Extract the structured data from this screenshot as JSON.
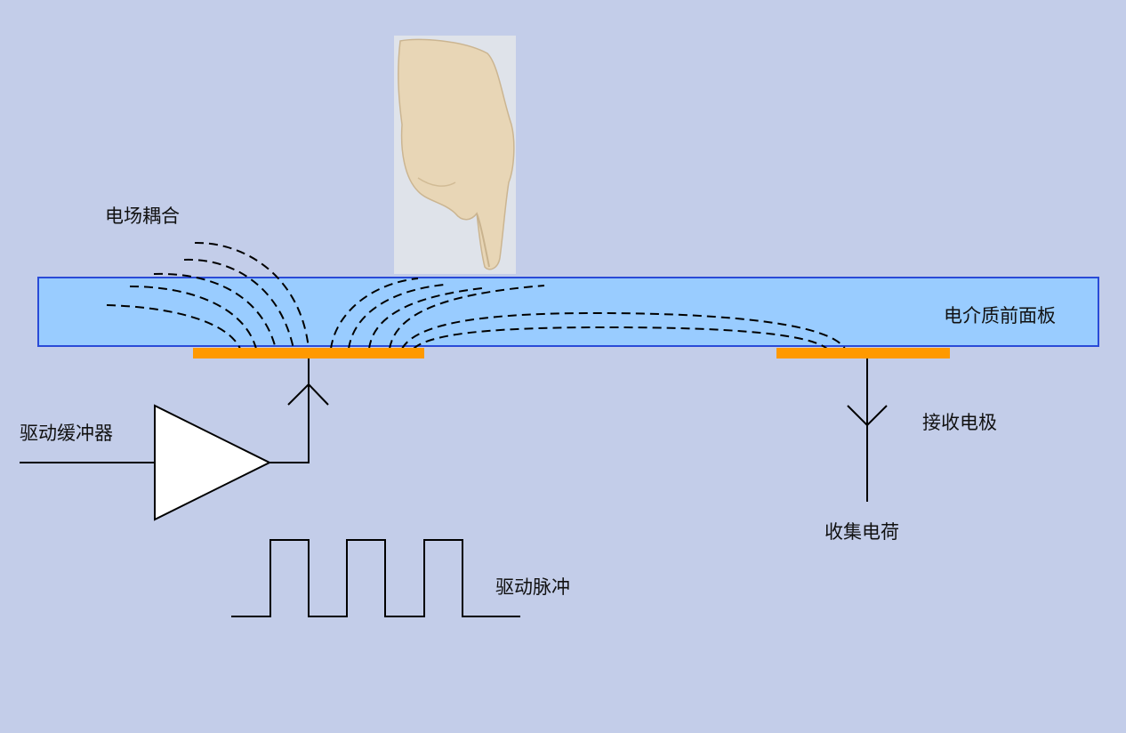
{
  "diagram": {
    "labels": {
      "field_coupling": "电场耦合",
      "dielectric_panel": "电介质前面板",
      "drive_buffer": "驱动缓冲器",
      "receive_electrode": "接收电极",
      "collect_charge": "收集电荷",
      "drive_pulse": "驱动脉冲"
    },
    "colors": {
      "background": "#c3cde9",
      "panel_fill": "#99ccff",
      "panel_border": "#2a4bd7",
      "electrode": "#ff9900",
      "line": "#000000",
      "finger_backdrop": "#dfe3ea",
      "finger_skin": "#e8d6b6"
    },
    "icons": {
      "finger": "pointing-finger-icon",
      "buffer": "triangle-buffer-icon",
      "arrow_up": "arrow-up-icon",
      "arrow_down": "arrow-down-icon"
    }
  }
}
